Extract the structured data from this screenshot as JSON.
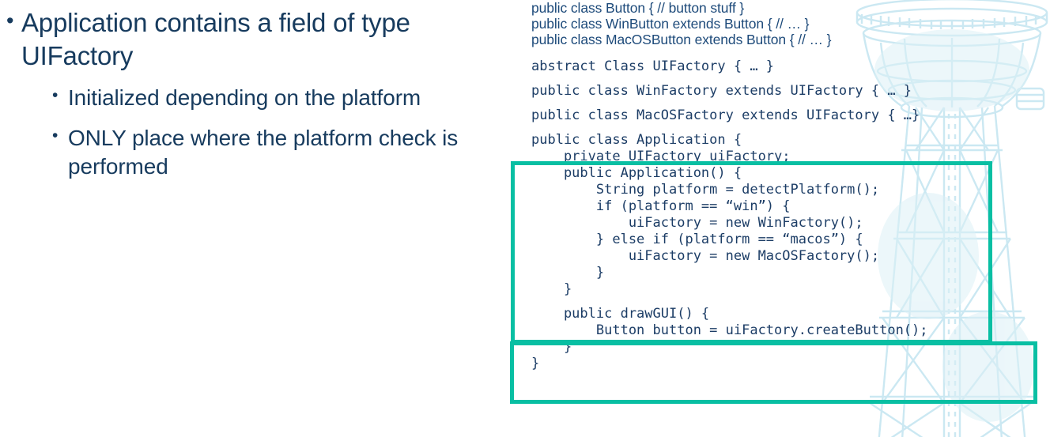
{
  "slide": {
    "background_color": "#ffffff",
    "text_color": "#173B5E",
    "code_color": "#1C3D66",
    "highlight_color": "#08BFA3",
    "watermark_color": "#C9E7F2"
  },
  "bullets": {
    "level1": [
      "Application contains a field of type UIFactory"
    ],
    "level2": [
      "Initialized depending on the platform",
      "ONLY place where the platform check is performed"
    ],
    "marker": "•"
  },
  "code": {
    "intro_lines": [
      "public class Button { // button stuff }",
      "public class WinButton extends Button { // … }",
      "public class MacOSButton extends Button { // … }"
    ],
    "abstract_line": "abstract Class UIFactory { … }",
    "factory_lines": [
      "public class WinFactory extends UIFactory { … }",
      "public class MacOSFactory extends UIFactory { …}"
    ],
    "application_block": "public class Application {\n    private UIFactory uiFactory;\n    public Application() {\n        String platform = detectPlatform();\n        if (platform == “win”) {\n            uiFactory = new WinFactory();\n        } else if (platform == “macos”) {\n            uiFactory = new MacOSFactory();\n        }\n    }",
    "drawgui_block": "    public drawGUI() {\n        Button button = uiFactory.createButton();\n    }",
    "closing_brace": "}"
  },
  "highlights": [
    {
      "name": "constructor-platform-check",
      "color": "#08BFA3"
    },
    {
      "name": "drawgui-method",
      "color": "#08BFA3"
    }
  ]
}
